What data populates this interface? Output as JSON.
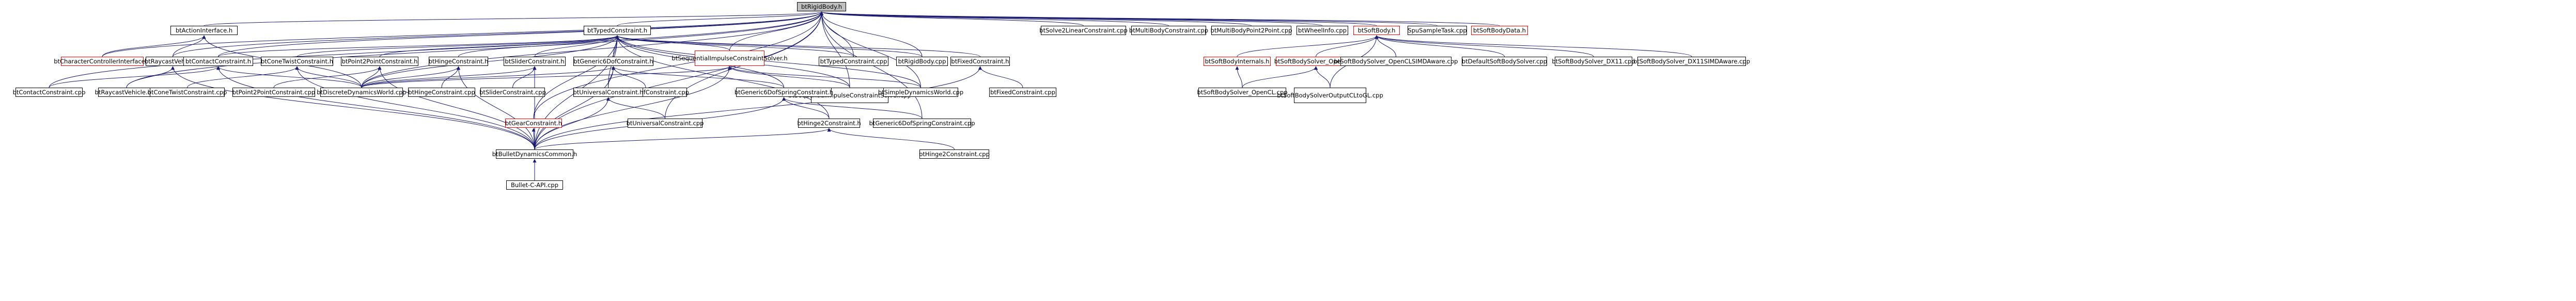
{
  "graph": {
    "root": "n0",
    "nodes": [
      {
        "id": "n0",
        "label": "btRigidBody.h",
        "style": "root"
      },
      {
        "id": "n1",
        "label": "btActionInterface.h",
        "style": "normal"
      },
      {
        "id": "n2",
        "label": "btCharacterControllerInterface.h",
        "style": "red"
      },
      {
        "id": "n3",
        "label": "btRaycastVehicle.h",
        "style": "normal"
      },
      {
        "id": "n4",
        "label": "btRaycastVehicle.cpp",
        "style": "normal"
      },
      {
        "id": "n5",
        "label": "btTypedConstraint.h",
        "style": "normal"
      },
      {
        "id": "n6",
        "label": "btContactConstraint.h",
        "style": "normal"
      },
      {
        "id": "n7",
        "label": "btContactConstraint.cpp",
        "style": "normal"
      },
      {
        "id": "n8",
        "label": "btConeTwistConstraint.h",
        "style": "normal"
      },
      {
        "id": "n9",
        "label": "btConeTwistConstraint.cpp",
        "style": "normal"
      },
      {
        "id": "n10",
        "label": "btPoint2PointConstraint.h",
        "style": "normal"
      },
      {
        "id": "n11",
        "label": "btPoint2PointConstraint.cpp",
        "style": "normal"
      },
      {
        "id": "n12",
        "label": "btDiscreteDynamicsWorld.cpp",
        "style": "normal"
      },
      {
        "id": "n13",
        "label": "btHingeConstraint.h",
        "style": "normal"
      },
      {
        "id": "n14",
        "label": "btHingeConstraint.cpp",
        "style": "normal"
      },
      {
        "id": "n15",
        "label": "btSliderConstraint.h",
        "style": "normal"
      },
      {
        "id": "n16",
        "label": "btSliderConstraint.cpp",
        "style": "normal"
      },
      {
        "id": "n17",
        "label": "btGeneric6DofConstraint.h",
        "style": "normal"
      },
      {
        "id": "n18",
        "label": "btGeneric6DofConstraint.cpp",
        "style": "normal"
      },
      {
        "id": "n19",
        "label": "btUniversalConstraint.h",
        "style": "normal"
      },
      {
        "id": "n20",
        "label": "btUniversalConstraint.cpp",
        "style": "normal"
      },
      {
        "id": "n21",
        "label": "btGearConstraint.h",
        "style": "red"
      },
      {
        "id": "n22",
        "label": "btSequentialImpulseConstraintSolver.h",
        "style": "red"
      },
      {
        "id": "n23",
        "label": "btSequentialImpulseConstraintSolver.cpp",
        "style": "normal"
      },
      {
        "id": "n24",
        "label": "btSimpleDynamicsWorld.cpp",
        "style": "normal"
      },
      {
        "id": "n25",
        "label": "btGeneric6DofSpringConstraint.h",
        "style": "normal"
      },
      {
        "id": "n26",
        "label": "btGeneric6DofSpringConstraint.cpp",
        "style": "normal"
      },
      {
        "id": "n27",
        "label": "btHinge2Constraint.h",
        "style": "normal"
      },
      {
        "id": "n28",
        "label": "btHinge2Constraint.cpp",
        "style": "normal"
      },
      {
        "id": "n29",
        "label": "btTypedConstraint.cpp",
        "style": "normal"
      },
      {
        "id": "n30",
        "label": "btRigidBody.cpp",
        "style": "normal"
      },
      {
        "id": "n31",
        "label": "btFixedConstraint.h",
        "style": "normal"
      },
      {
        "id": "n32",
        "label": "btFixedConstraint.cpp",
        "style": "normal"
      },
      {
        "id": "n33",
        "label": "btBulletDynamicsCommon.h",
        "style": "normal"
      },
      {
        "id": "n34",
        "label": "Bullet-C-API.cpp",
        "style": "normal"
      },
      {
        "id": "n35",
        "label": "btSolve2LinearConstraint.cpp",
        "style": "normal"
      },
      {
        "id": "n36",
        "label": "btMultiBodyConstraint.cpp",
        "style": "normal"
      },
      {
        "id": "n37",
        "label": "btMultiBodyPoint2Point.cpp",
        "style": "normal"
      },
      {
        "id": "n38",
        "label": "btWheelInfo.cpp",
        "style": "normal"
      },
      {
        "id": "n39",
        "label": "btSoftBody.h",
        "style": "red"
      },
      {
        "id": "n40",
        "label": "SpuSampleTask.cpp",
        "style": "normal"
      },
      {
        "id": "n41",
        "label": "btSoftBodyData.h",
        "style": "red"
      },
      {
        "id": "n42",
        "label": "btSoftBodyInternals.h",
        "style": "red"
      },
      {
        "id": "n43",
        "label": "btSoftBodySolver_OpenCL.h",
        "style": "red"
      },
      {
        "id": "n44",
        "label": "btSoftBodySolver_OpenCLSIMDAware.cpp",
        "style": "normal"
      },
      {
        "id": "n45",
        "label": "btDefaultSoftBodySolver.cpp",
        "style": "normal"
      },
      {
        "id": "n46",
        "label": "btSoftBodySolver_DX11.cpp",
        "style": "normal"
      },
      {
        "id": "n47",
        "label": "btSoftBodySolver_DX11SIMDAware.cpp",
        "style": "normal"
      },
      {
        "id": "n48",
        "label": "btSoftBodySolver_OpenCL.cpp",
        "style": "normal"
      },
      {
        "id": "n49",
        "label": "btSoftBodySolverOutputCLtoGL.cpp",
        "style": "normal"
      }
    ],
    "edges": [
      [
        "n0",
        "n1"
      ],
      [
        "n0",
        "n3"
      ],
      [
        "n0",
        "n5"
      ],
      [
        "n0",
        "n6"
      ],
      [
        "n0",
        "n7"
      ],
      [
        "n0",
        "n12"
      ],
      [
        "n0",
        "n30"
      ],
      [
        "n0",
        "n29"
      ],
      [
        "n0",
        "n21"
      ],
      [
        "n0",
        "n33"
      ],
      [
        "n0",
        "n35"
      ],
      [
        "n0",
        "n36"
      ],
      [
        "n0",
        "n37"
      ],
      [
        "n0",
        "n38"
      ],
      [
        "n0",
        "n39"
      ],
      [
        "n0",
        "n40"
      ],
      [
        "n0",
        "n41"
      ],
      [
        "n0",
        "n22"
      ],
      [
        "n0",
        "n23"
      ],
      [
        "n0",
        "n24"
      ],
      [
        "n0",
        "n20"
      ],
      [
        "n0",
        "n26"
      ],
      [
        "n0",
        "n2"
      ],
      [
        "n0",
        "n4"
      ],
      [
        "n1",
        "n2"
      ],
      [
        "n1",
        "n3"
      ],
      [
        "n1",
        "n12"
      ],
      [
        "n3",
        "n4"
      ],
      [
        "n3",
        "n33"
      ],
      [
        "n5",
        "n6"
      ],
      [
        "n5",
        "n8"
      ],
      [
        "n5",
        "n10"
      ],
      [
        "n5",
        "n13"
      ],
      [
        "n5",
        "n15"
      ],
      [
        "n5",
        "n17"
      ],
      [
        "n5",
        "n22"
      ],
      [
        "n5",
        "n29"
      ],
      [
        "n5",
        "n30"
      ],
      [
        "n5",
        "n31"
      ],
      [
        "n5",
        "n21"
      ],
      [
        "n5",
        "n12"
      ],
      [
        "n5",
        "n23"
      ],
      [
        "n5",
        "n24"
      ],
      [
        "n5",
        "n27"
      ],
      [
        "n5",
        "n19"
      ],
      [
        "n5",
        "n25"
      ],
      [
        "n5",
        "n33"
      ],
      [
        "n6",
        "n7"
      ],
      [
        "n6",
        "n12"
      ],
      [
        "n6",
        "n33"
      ],
      [
        "n8",
        "n9"
      ],
      [
        "n8",
        "n12"
      ],
      [
        "n8",
        "n33"
      ],
      [
        "n10",
        "n11"
      ],
      [
        "n10",
        "n12"
      ],
      [
        "n10",
        "n33"
      ],
      [
        "n13",
        "n14"
      ],
      [
        "n13",
        "n12"
      ],
      [
        "n13",
        "n33"
      ],
      [
        "n15",
        "n16"
      ],
      [
        "n15",
        "n12"
      ],
      [
        "n15",
        "n33"
      ],
      [
        "n17",
        "n18"
      ],
      [
        "n17",
        "n19"
      ],
      [
        "n17",
        "n25"
      ],
      [
        "n17",
        "n12"
      ],
      [
        "n17",
        "n33"
      ],
      [
        "n19",
        "n20"
      ],
      [
        "n19",
        "n33"
      ],
      [
        "n21",
        "n33"
      ],
      [
        "n22",
        "n23"
      ],
      [
        "n22",
        "n24"
      ],
      [
        "n22",
        "n12"
      ],
      [
        "n22",
        "n33"
      ],
      [
        "n25",
        "n26"
      ],
      [
        "n25",
        "n27"
      ],
      [
        "n25",
        "n33"
      ],
      [
        "n27",
        "n28"
      ],
      [
        "n27",
        "n33"
      ],
      [
        "n31",
        "n32"
      ],
      [
        "n31",
        "n33"
      ],
      [
        "n33",
        "n34"
      ],
      [
        "n39",
        "n42"
      ],
      [
        "n39",
        "n43"
      ],
      [
        "n39",
        "n44"
      ],
      [
        "n39",
        "n45"
      ],
      [
        "n39",
        "n46"
      ],
      [
        "n39",
        "n47"
      ],
      [
        "n39",
        "n49"
      ],
      [
        "n42",
        "n48"
      ],
      [
        "n43",
        "n48"
      ],
      [
        "n43",
        "n49"
      ]
    ]
  }
}
